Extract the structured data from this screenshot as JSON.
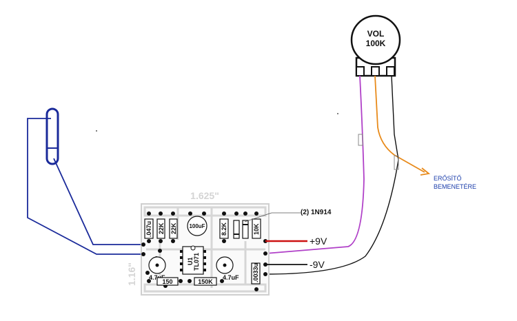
{
  "diagram": {
    "pot_label_line1": "VOL",
    "pot_label_line2": "100K",
    "board_width_label": "1.625\"",
    "board_height_label": "1.16\"",
    "diode_label": "(2) 1N914",
    "plus_supply_label": "+9V",
    "minus_supply_label": "-9V",
    "output_label_line1": "ERŐSÍTŐ",
    "output_label_line2": "BEMENETÉRE",
    "components": {
      "c_047": ".047u",
      "r_22k_a": "22K",
      "r_22k_b": "22K",
      "c_100uf": "100uF",
      "r_8_2k": "8.2K",
      "r_10k": "10K",
      "ic_label": "U1",
      "ic_part": "TL071",
      "c_4_7uf_left": "4.7uF",
      "c_4_7uf_right": "4.7uF",
      "r_150": "150",
      "r_150k": "150K",
      "c_0033": ".0033u"
    },
    "colors": {
      "input_wire": "#1a2a9a",
      "positive_wire": "#cc1111",
      "pot_wire_purple": "#b040c8",
      "pot_wire_orange": "#e88a1a",
      "ground_wire": "#111111",
      "output_text": "#1a3caa",
      "board_outline": "#cfcfcf"
    }
  }
}
